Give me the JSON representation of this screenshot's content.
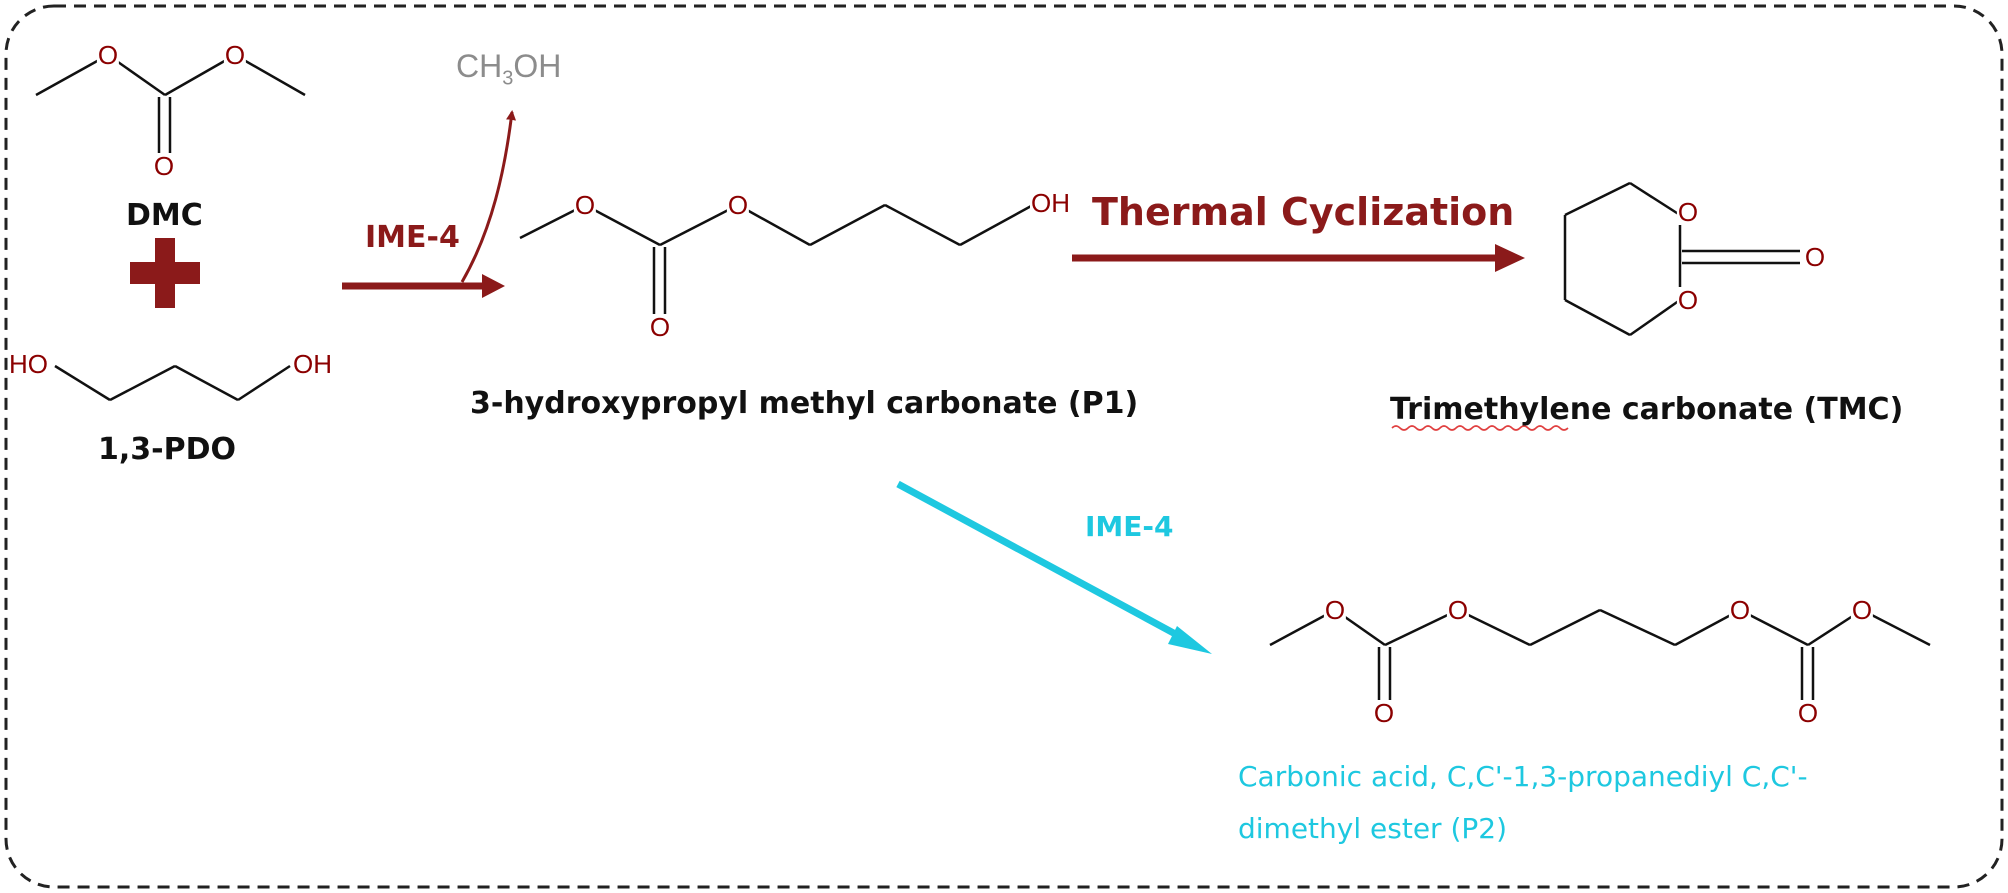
{
  "reactant_1": {
    "name": "DMC",
    "atoms": {
      "o1": "O",
      "o2": "O",
      "o3": "O"
    }
  },
  "plus_sign": "+",
  "reactant_2": {
    "name": "1,3-PDO",
    "atoms": {
      "oh_left": "HO",
      "oh_right": "OH"
    }
  },
  "step1": {
    "catalyst": "IME-4",
    "byproduct": {
      "main": "CH",
      "sub": "3",
      "tail": "OH"
    }
  },
  "product_1": {
    "name": "3-hydroxypropyl methyl carbonate (P1)",
    "atoms": {
      "o1": "O",
      "o2": "O",
      "o3": "O",
      "oh": "OH"
    }
  },
  "step2": {
    "label": "Thermal Cyclization"
  },
  "product_tmc": {
    "name": "Trimethylene carbonate (TMC)",
    "atoms": {
      "o_top": "O",
      "o_bottom": "O",
      "o_exo": "O"
    }
  },
  "step3": {
    "catalyst": "IME-4"
  },
  "product_2": {
    "name_line1": "Carbonic acid, C,C'-1,3-propanediyl C,C'-",
    "name_line2": "dimethyl ester (P2)",
    "atoms": {
      "o1": "O",
      "o2": "O",
      "o3": "O",
      "o4": "O",
      "o5": "O",
      "o6": "O"
    }
  },
  "colors": {
    "dark_red": "#8b1a1a",
    "cyan": "#1ec8e0",
    "bond": "#111111",
    "heteroatom": "#8b0000",
    "grey_text": "#8c8c8c",
    "frame": "#222222"
  }
}
